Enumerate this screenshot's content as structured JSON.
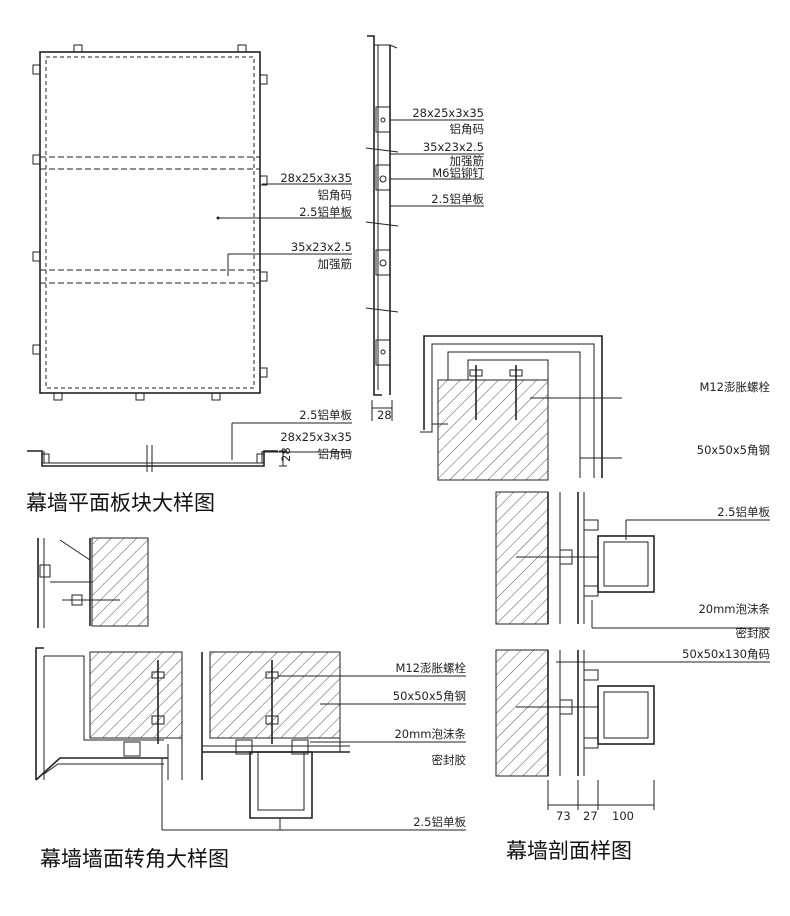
{
  "titles": {
    "panel_plan": "幕墙平面板块大样图",
    "corner": "幕墙墙面转角大样图",
    "section": "幕墙剖面样图"
  },
  "labels": {
    "bracket_spec": "28x25x3x35",
    "bracket": "铝角码",
    "stiffener_spec": "35x23x2.5",
    "stiffener": "加强筋",
    "rivet": "M6铝铆钉",
    "panel": "2.5铝单板",
    "bolt": "M12澎胀螺栓",
    "angle_steel": "50x50x5角钢",
    "foam": "20mm泡沫条",
    "sealant": "密封胶",
    "angle_code": "50x50x130角码"
  },
  "dimensions": {
    "side_width": "28",
    "bottom_depth": "28",
    "d1": "73",
    "d2": "27",
    "d3": "100"
  }
}
